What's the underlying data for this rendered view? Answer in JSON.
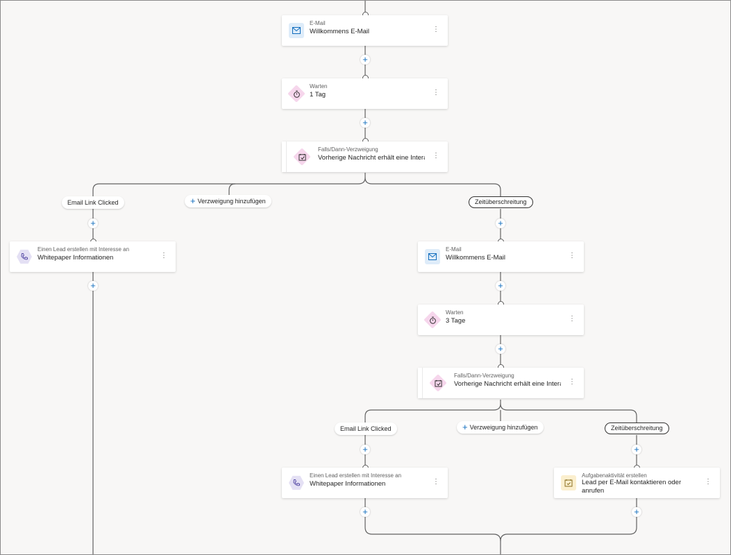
{
  "nodes": {
    "email1": {
      "sub": "E-Mail",
      "main": "Willkommens E-Mail",
      "icon": "mail-icon"
    },
    "wait1": {
      "sub": "Warten",
      "main": "1 Tag",
      "icon": "timer-icon"
    },
    "branch1": {
      "sub": "Falls/Dann-Verzweigung",
      "main": "Vorherige Nachricht erhält eine Interaktion",
      "icon": "branch-icon"
    },
    "lead1": {
      "sub": "Einen Lead erstellen mit Interesse an",
      "main": "Whitepaper Informationen",
      "icon": "phone-icon"
    },
    "email2": {
      "sub": "E-Mail",
      "main": "Willkommens E-Mail",
      "icon": "mail-icon"
    },
    "wait2": {
      "sub": "Warten",
      "main": "3 Tage",
      "icon": "timer-icon"
    },
    "branch2": {
      "sub": "Falls/Dann-Verzweigung",
      "main": "Vorherige Nachricht erhält eine Interaktion",
      "icon": "branch-icon"
    },
    "lead2": {
      "sub": "Einen Lead erstellen mit Interesse an",
      "main": "Whitepaper Informationen",
      "icon": "phone-icon"
    },
    "task1": {
      "sub": "Aufgabenaktivität erstellen",
      "main": "Lead per E-Mail kontaktieren oder anrufen",
      "icon": "task-icon"
    }
  },
  "more_glyph": "⋮",
  "plus_glyph": "+",
  "pills": {
    "email_link_clicked": "Email Link Clicked",
    "add_branch": "Verzweigung hinzufügen",
    "timeout": "Zeitüberschreitung"
  },
  "colors": {
    "accent": "#0f6cbd",
    "canvas": "#f8f7f6",
    "email_icon_bg": "#deecf9",
    "wait_icon_bg": "#f6d6ec",
    "lead_icon_bg": "#e4e0f4",
    "task_icon_bg": "#fbefce"
  }
}
